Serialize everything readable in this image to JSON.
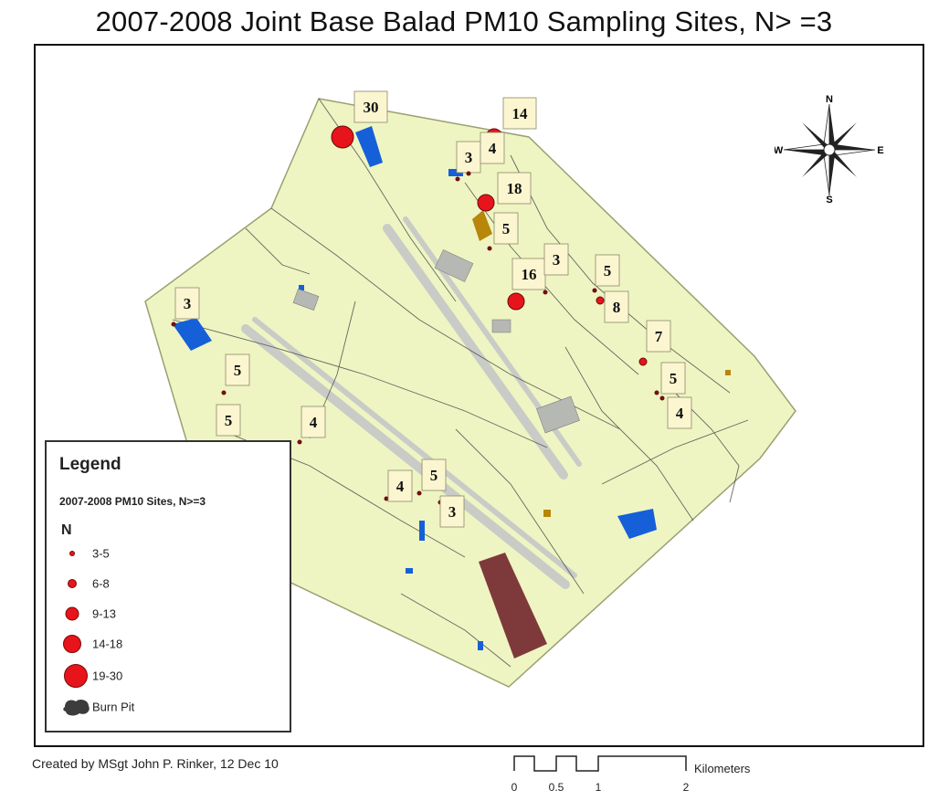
{
  "title": "2007-2008 Joint Base Balad PM10 Sampling Sites, N> =3",
  "credit": "Created by MSgt John P. Rinker, 12 Dec 10",
  "compass": {
    "n": "N",
    "s": "S",
    "e": "E",
    "w": "W"
  },
  "scale": {
    "unit": "Kilometers",
    "ticks": [
      "0",
      "0.5",
      "1",
      "2"
    ]
  },
  "legend": {
    "title": "Legend",
    "subtitle": "2007-2008 PM10 Sites, N>=3",
    "field": "N",
    "classes": [
      {
        "label": "3-5",
        "min": 3,
        "max": 5
      },
      {
        "label": "6-8",
        "min": 6,
        "max": 8
      },
      {
        "label": "9-13",
        "min": 9,
        "max": 13
      },
      {
        "label": "14-18",
        "min": 14,
        "max": 18
      },
      {
        "label": "19-30",
        "min": 19,
        "max": 30
      }
    ],
    "burn_pit_label": "Burn Pit"
  },
  "colors": {
    "base": "#eef5c3",
    "water": "#1560d8",
    "site": "#e8141b",
    "burn_pit": "#7e3a3a",
    "brown": "#b8860b"
  },
  "sites": [
    {
      "label": "30"
    },
    {
      "label": "14"
    },
    {
      "label": "3"
    },
    {
      "label": "4"
    },
    {
      "label": "18"
    },
    {
      "label": "5"
    },
    {
      "label": "16"
    },
    {
      "label": "3"
    },
    {
      "label": "5"
    },
    {
      "label": "8"
    },
    {
      "label": "7"
    },
    {
      "label": "5"
    },
    {
      "label": "4"
    },
    {
      "label": "3"
    },
    {
      "label": "5"
    },
    {
      "label": "5"
    },
    {
      "label": "4"
    },
    {
      "label": "4"
    },
    {
      "label": "5"
    },
    {
      "label": "3"
    }
  ]
}
